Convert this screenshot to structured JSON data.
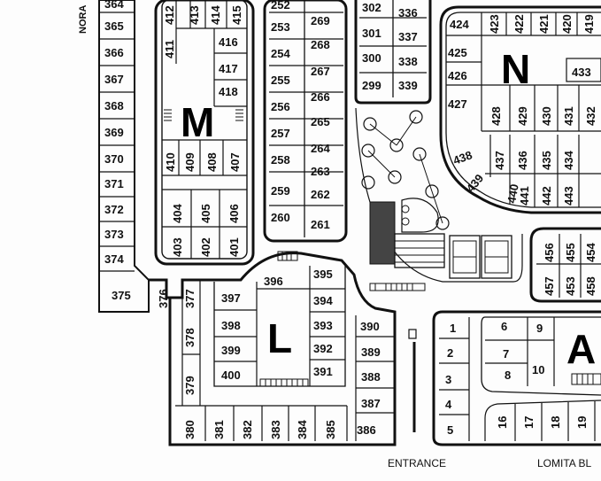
{
  "map": {
    "labels": {
      "entrance": "ENTRANCE",
      "lomita": "LOMITA BL",
      "north_road": "NORA"
    },
    "blocks": {
      "M": "M",
      "N": "N",
      "L": "L",
      "A": "A"
    },
    "lots": {
      "west_column": [
        "364",
        "365",
        "366",
        "367",
        "368",
        "369",
        "370",
        "371",
        "372",
        "373",
        "374",
        "375"
      ],
      "m_top": [
        "411",
        "412",
        "413",
        "414",
        "415"
      ],
      "m_right": [
        "416",
        "417",
        "418"
      ],
      "m_bottom_row": [
        "410",
        "409",
        "408",
        "407"
      ],
      "m_lower": [
        "404",
        "405",
        "406",
        "403",
        "402",
        "401"
      ],
      "col_left_250s": [
        "252",
        "253",
        "254",
        "255",
        "256",
        "257",
        "258",
        "259",
        "260"
      ],
      "col_right_260s": [
        "269",
        "268",
        "267",
        "266",
        "265",
        "264",
        "263",
        "262",
        "261"
      ],
      "top_300s": [
        "302",
        "336",
        "301",
        "337",
        "300",
        "338",
        "299",
        "339"
      ],
      "n_top": [
        "424",
        "423",
        "422",
        "421",
        "420",
        "419"
      ],
      "n_left": [
        "425",
        "426",
        "427"
      ],
      "n_right": [
        "433"
      ],
      "n_middle": [
        "428",
        "429",
        "430",
        "431",
        "432"
      ],
      "n_lower": [
        "438",
        "437",
        "436",
        "435",
        "434",
        "439",
        "440",
        "441",
        "442",
        "443"
      ],
      "l_lots": [
        "376",
        "377",
        "378",
        "379",
        "380",
        "381",
        "382",
        "383",
        "384",
        "385",
        "386",
        "387",
        "388",
        "389",
        "390",
        "391",
        "392",
        "393",
        "394",
        "395",
        "396",
        "397",
        "398",
        "399",
        "400"
      ],
      "east_small": [
        "456",
        "455",
        "454",
        "457",
        "453",
        "458"
      ],
      "a_lots": [
        "1",
        "2",
        "3",
        "4",
        "5",
        "6",
        "7",
        "8",
        "9",
        "10",
        "16",
        "17",
        "18",
        "19"
      ]
    }
  }
}
